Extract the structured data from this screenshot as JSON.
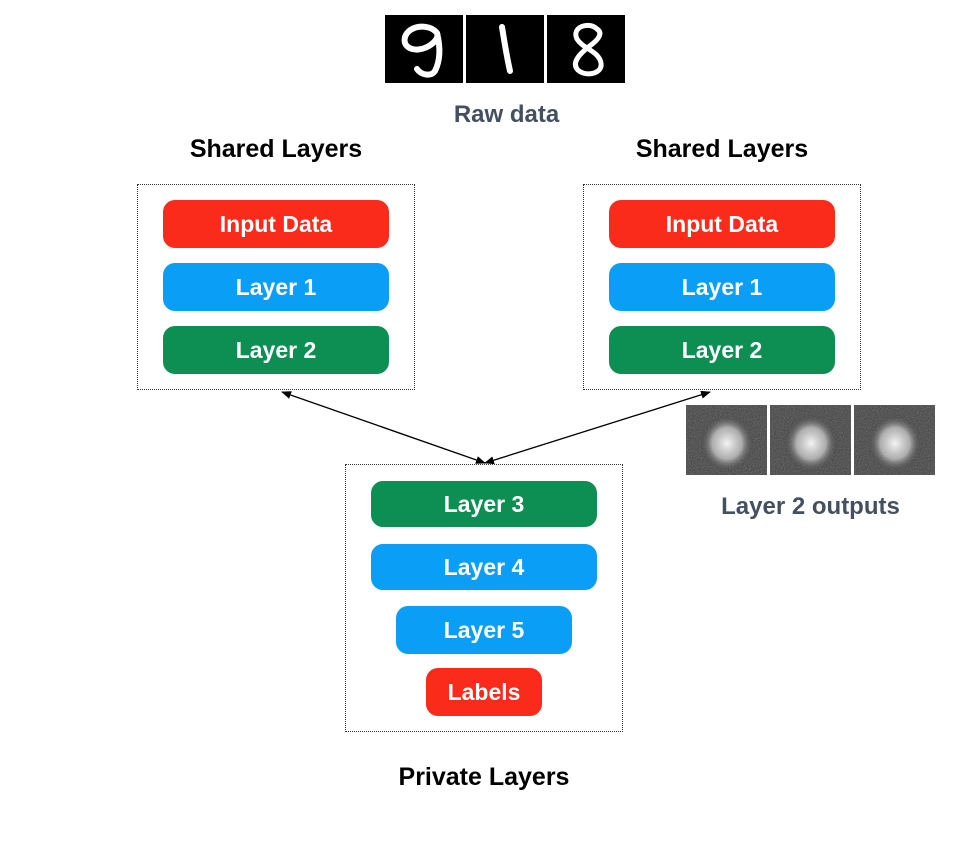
{
  "raw_data": {
    "caption": "Raw data",
    "digits": [
      "9",
      "1",
      "8"
    ]
  },
  "layer2_outputs": {
    "caption": "Layer 2 outputs",
    "count": 3
  },
  "left_group": {
    "title": "Shared Layers",
    "layers": [
      {
        "label": "Input Data",
        "color": "#fb2b1b"
      },
      {
        "label": "Layer 1",
        "color": "#0a9ef7"
      },
      {
        "label": "Layer 2",
        "color": "#0d8f54"
      }
    ]
  },
  "right_group": {
    "title": "Shared Layers",
    "layers": [
      {
        "label": "Input Data",
        "color": "#fb2b1b"
      },
      {
        "label": "Layer 1",
        "color": "#0a9ef7"
      },
      {
        "label": "Layer 2",
        "color": "#0d8f54"
      }
    ]
  },
  "private_group": {
    "title": "Private Layers",
    "layers": [
      {
        "label": "Layer 3",
        "color": "#0d8f54"
      },
      {
        "label": "Layer 4",
        "color": "#0a9ef7"
      },
      {
        "label": "Layer 5",
        "color": "#0a9ef7"
      },
      {
        "label": "Labels",
        "color": "#fb2b1b"
      }
    ]
  }
}
